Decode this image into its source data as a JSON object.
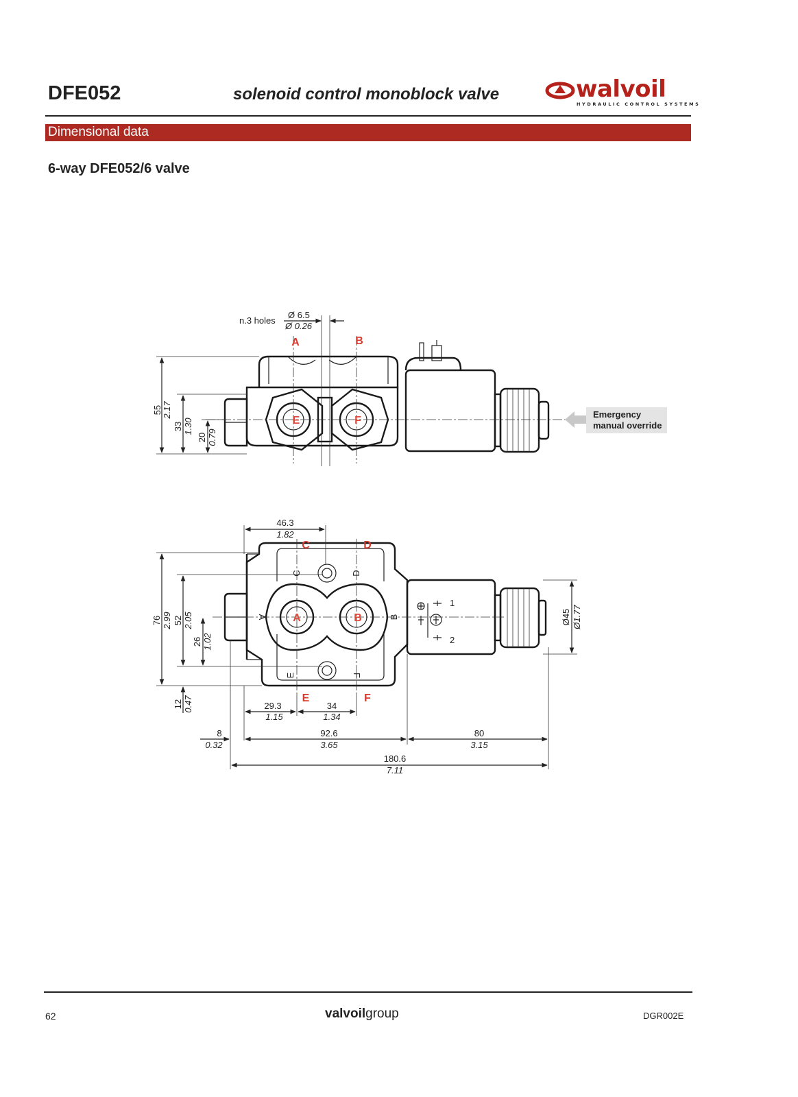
{
  "header": {
    "model": "DFE052",
    "title": "solenoid control monoblock valve",
    "logo_word": "walvoil",
    "logo_tagline": "HYDRAULIC CONTROL SYSTEMS"
  },
  "section": {
    "title": "Dimensional data"
  },
  "subtitle": "6-way DFE052/6 valve",
  "side_view": {
    "holes_label": "n.3 holes",
    "hole_dia_mm": "Ø 6.5",
    "hole_dia_in": "Ø 0.26",
    "ports": {
      "a": "A",
      "b": "B",
      "e": "E",
      "f": "F"
    },
    "dims": {
      "h55_mm": "55",
      "h55_in": "2.17",
      "h33_mm": "33",
      "h33_in": "1.30",
      "h20_mm": "20",
      "h20_in": "0.79"
    },
    "override_label_1": "Emergency",
    "override_label_2": "manual override"
  },
  "top_view": {
    "ports": {
      "a": "A",
      "b": "B",
      "c": "C",
      "d": "D",
      "e": "E",
      "f": "F"
    },
    "solenoid_terminals": {
      "t1": "1",
      "t2": "2"
    },
    "dims": {
      "w46_mm": "46.3",
      "w46_in": "1.82",
      "h76_mm": "76",
      "h76_in": "2.99",
      "h52_mm": "52",
      "h52_in": "2.05",
      "h26_mm": "26",
      "h26_in": "1.02",
      "h12_mm": "12",
      "h12_in": "0.47",
      "d45_mm": "Ø45",
      "d45_in": "Ø1.77",
      "w29_mm": "29.3",
      "w29_in": "1.15",
      "w34_mm": "34",
      "w34_in": "1.34",
      "w8_mm": "8",
      "w8_in": "0.32",
      "w92_mm": "92.6",
      "w92_in": "3.65",
      "w80_mm": "80",
      "w80_in": "3.15",
      "w180_mm": "180.6",
      "w180_in": "7.11"
    }
  },
  "footer": {
    "page": "62",
    "brand_bold": "valvoil",
    "brand_light": "group",
    "doc_code": "DGR002E"
  },
  "colors": {
    "accent_red": "#ac2a22",
    "port_label_red": "#d63a2e",
    "logo_red": "#b5221c"
  }
}
